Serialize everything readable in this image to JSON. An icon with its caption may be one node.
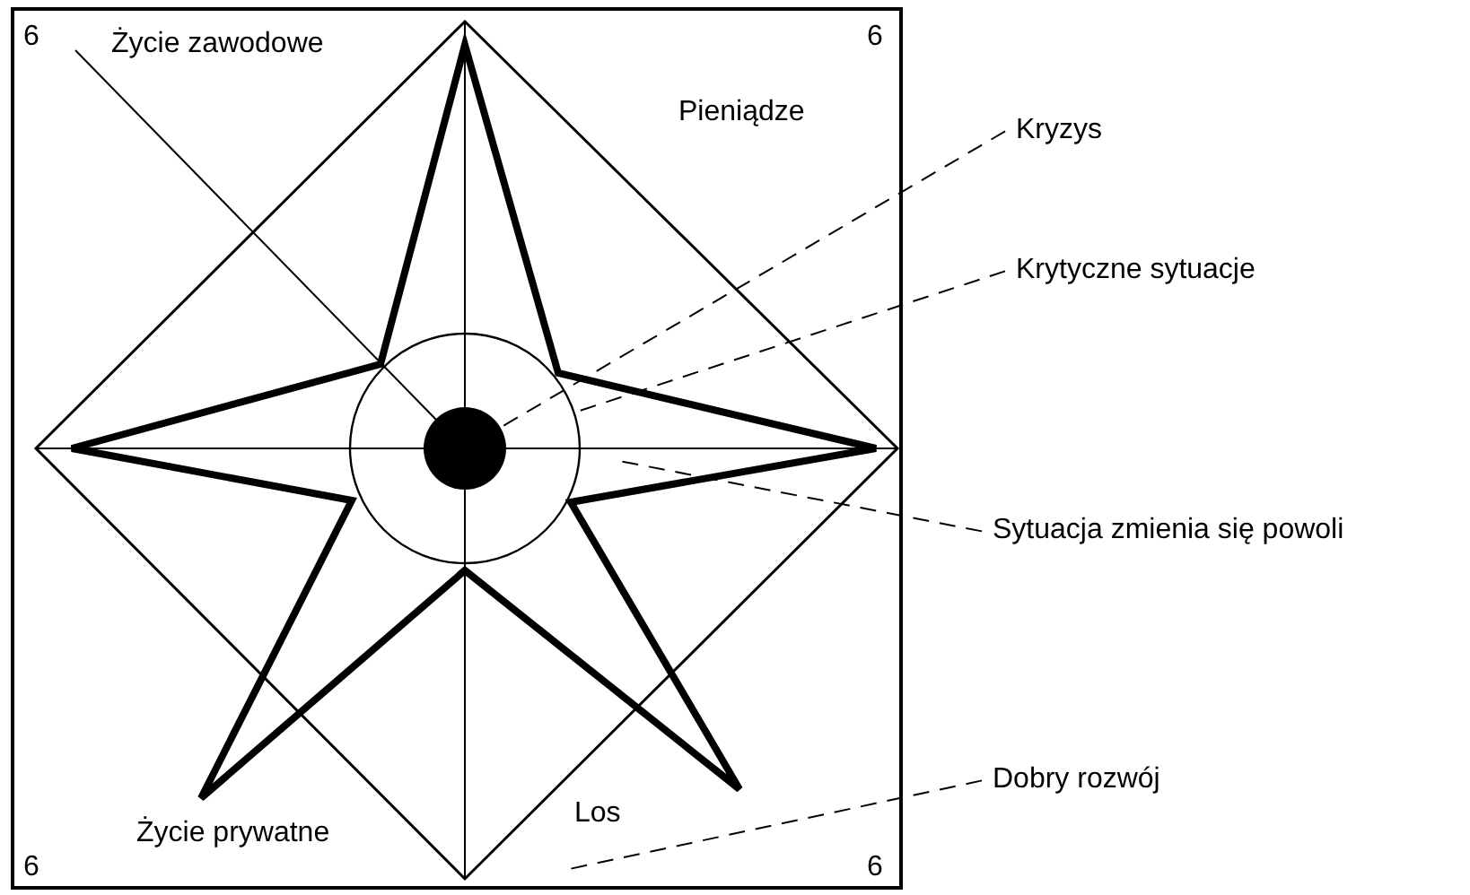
{
  "diagram": {
    "nodes": [
      {
        "text": [
          "Kryzys"
        ]
      },
      {
        "text": [
          "Krytyczne sytuacje"
        ]
      },
      {
        "text": [
          "Sytuacja zmienia się powoli"
        ]
      },
      {
        "text": [
          "Dobry rozwój"
        ]
      },
      {
        "text": [],
        "shape": "circle"
      },
      {
        "text": [],
        "shape": "circle",
        "in": 4
      }
    ],
    "edges": [
      {
        "from": 0,
        "to": 5,
        "arrow": "none",
        "style": "dashed"
      },
      {
        "from": 1,
        "to": 4,
        "arrow": "none",
        "style": "dashed"
      },
      {
        "from": 2,
        "to": null,
        "arrow": "none",
        "style": "dashed"
      },
      {
        "from": 3,
        "to": null,
        "arrow": "none",
        "style": "dashed"
      }
    ],
    "labels": [
      "6",
      "Życie zawodowe",
      "6",
      "Pieniądze",
      "Życie prywatne",
      "Los",
      "6",
      "6"
    ]
  }
}
